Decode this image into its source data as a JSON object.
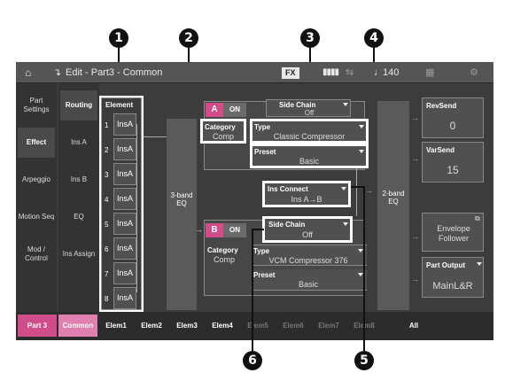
{
  "topbar": {
    "crumb": "Edit - Part3 - Common",
    "fx_label": "FX",
    "tempo": "140"
  },
  "left_nav": [
    {
      "label": "Part Settings",
      "selected": false
    },
    {
      "label": "Effect",
      "selected": true
    },
    {
      "label": "Arpeggio",
      "selected": false
    },
    {
      "label": "Motion Seq",
      "selected": false
    },
    {
      "label": "Mod / Control",
      "selected": false
    }
  ],
  "sub_nav": [
    {
      "label": "Routing",
      "selected": true
    },
    {
      "label": "Ins A",
      "selected": false
    },
    {
      "label": "Ins B",
      "selected": false
    },
    {
      "label": "EQ",
      "selected": false
    },
    {
      "label": "Ins Assign",
      "selected": false
    }
  ],
  "element": {
    "header": "Element",
    "rows": [
      {
        "num": "1",
        "value": "InsA"
      },
      {
        "num": "2",
        "value": "InsA"
      },
      {
        "num": "3",
        "value": "InsA"
      },
      {
        "num": "4",
        "value": "InsA"
      },
      {
        "num": "5",
        "value": "InsA"
      },
      {
        "num": "6",
        "value": "InsA"
      },
      {
        "num": "7",
        "value": "InsA"
      },
      {
        "num": "8",
        "value": "InsA"
      }
    ]
  },
  "eq3": {
    "label": "3-band EQ"
  },
  "eq2": {
    "label": "2-band EQ"
  },
  "ins_a": {
    "letter": "A",
    "on": "ON",
    "sidechain_label": "Side Chain",
    "sidechain_value": "Off",
    "category_label": "Category",
    "category_value": "Comp",
    "type_label": "Type",
    "type_value": "Classic Compressor",
    "preset_label": "Preset",
    "preset_value": "Basic"
  },
  "ins_connect": {
    "label": "Ins Connect",
    "value": "Ins A→B"
  },
  "ins_b": {
    "letter": "B",
    "on": "ON",
    "sidechain_label": "Side Chain",
    "sidechain_value": "Off",
    "category_label": "Category",
    "category_value": "Comp",
    "type_label": "Type",
    "type_value": "VCM Compressor 376",
    "preset_label": "Preset",
    "preset_value": "Basic"
  },
  "right": {
    "revsend_label": "RevSend",
    "revsend_value": "0",
    "varsend_label": "VarSend",
    "varsend_value": "15",
    "envelope_label": "Envelope Follower",
    "output_label": "Part Output",
    "output_value": "MainL&R"
  },
  "bottom_tabs": [
    {
      "label": "Part 3",
      "state": "part"
    },
    {
      "label": "Common",
      "state": "active"
    },
    {
      "label": "Elem1",
      "state": "normal"
    },
    {
      "label": "Elem2",
      "state": "normal"
    },
    {
      "label": "Elem3",
      "state": "normal"
    },
    {
      "label": "Elem4",
      "state": "normal"
    },
    {
      "label": "Elem5",
      "state": "disabled"
    },
    {
      "label": "Elem6",
      "state": "disabled"
    },
    {
      "label": "Elem7",
      "state": "disabled"
    },
    {
      "label": "Elem8",
      "state": "disabled"
    },
    {
      "label": "All",
      "state": "normal"
    }
  ],
  "callouts": [
    "1",
    "2",
    "3",
    "4",
    "5",
    "6"
  ],
  "colors": {
    "accent_pink": "#d14d8a",
    "screen_bg": "#3c3c3c",
    "highlight": "#6a6a6a"
  }
}
